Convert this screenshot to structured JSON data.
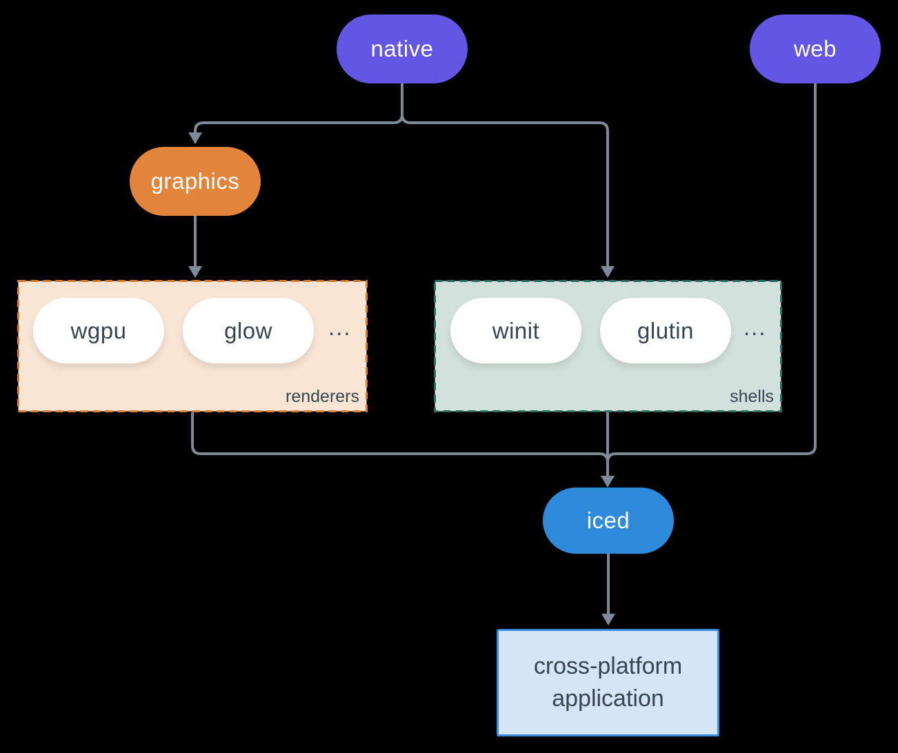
{
  "diagram": {
    "background": "#000000",
    "connector_color": "#7D8B99",
    "nodes": {
      "native": {
        "label": "native",
        "color": "#6456E4"
      },
      "web": {
        "label": "web",
        "color": "#6456E4"
      },
      "graphics": {
        "label": "graphics",
        "color": "#E2853A"
      },
      "iced": {
        "label": "iced",
        "color": "#2E8BDC"
      },
      "application": {
        "line1": "cross-platform",
        "line2": "application",
        "fill": "#D5E5F6",
        "border": "#3A8BE0"
      }
    },
    "groups": {
      "renderers": {
        "label": "renderers",
        "items": [
          "wgpu",
          "glow"
        ],
        "ellipsis": "...",
        "fill": "#F9E5D4",
        "border": "#E07B28"
      },
      "shells": {
        "label": "shells",
        "items": [
          "winit",
          "glutin"
        ],
        "ellipsis": "...",
        "fill": "#D2E1DB",
        "border": "#20705F"
      }
    }
  }
}
